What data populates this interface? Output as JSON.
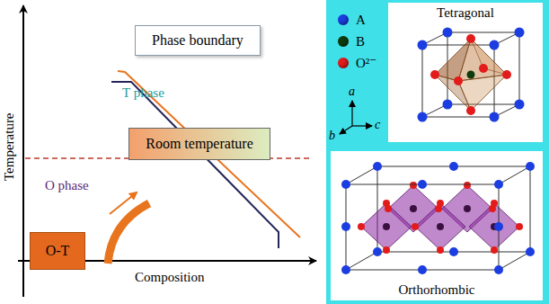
{
  "diagram": {
    "nodes": [
      {
        "text": [
          "Phase boundary"
        ]
      },
      {
        "text": [
          "Room temperature"
        ]
      },
      {
        "text": [
          "O-T"
        ]
      },
      {
        "text": [
          "Tetragonal"
        ]
      },
      {
        "text": [
          "Orthorhombic"
        ]
      }
    ],
    "labels": [
      "T phase",
      "O phase",
      "Temperature",
      "Composition",
      "a",
      "b",
      "c"
    ],
    "legend": [
      {
        "text": "A",
        "color": "#1c3de0"
      },
      {
        "text": "B",
        "color": "#0d3b0d"
      },
      {
        "text": "O²⁻",
        "color": "#e31b1b"
      }
    ]
  }
}
